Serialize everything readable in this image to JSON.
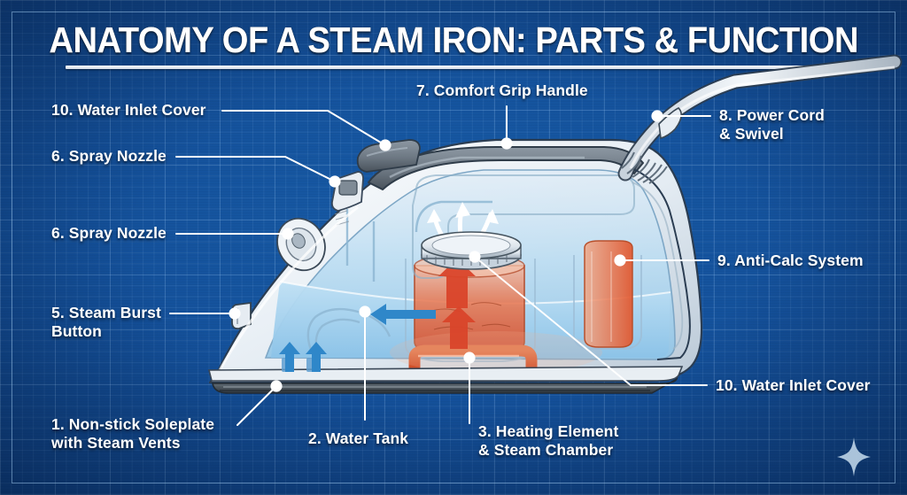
{
  "page": {
    "title": "ANATOMY OF A STEAM IRON: PARTS & FUNCTION",
    "background_color": "#0f4384",
    "accent_color": "#ffffff",
    "grid_color": "#96c3f0",
    "water_color": "#a8d4ef",
    "heat_color": "#e2502a",
    "subject": "steam-iron-cutaway"
  },
  "callouts": {
    "water_inlet_cover_top": "10. Water Inlet Cover",
    "spray_nozzle_1": "6. Spray Nozzle",
    "spray_nozzle_2": "6. Spray Nozzle",
    "steam_burst_button": "5. Steam Burst\nButton",
    "non_stick_soleplate": "1. Non-stick Soleplate\n     with Steam Vents",
    "water_tank": "2. Water Tank",
    "heating_element": "3. Heating Element\n    & Steam Chamber",
    "comfort_grip_handle": "7. Comfort Grip Handle",
    "power_cord": "8. Power Cord\n& Swivel",
    "anti_calc_system": "9. Anti-Calc System",
    "water_inlet_cover_bottom": "10. Water Inlet Cover"
  },
  "icons": {
    "sparkle": "sparkle-icon",
    "steam_arrow": "steam-arrow-icon",
    "water_arrow": "water-arrow-icon",
    "vapor_arrow": "vapor-arrow-icon"
  }
}
